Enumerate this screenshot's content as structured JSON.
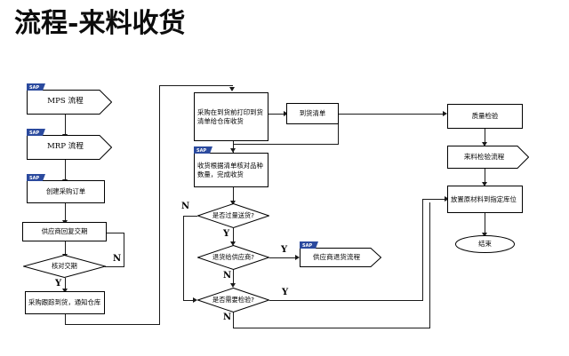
{
  "page": {
    "title": "流程-来料收货",
    "background_color": "#ffffff",
    "line_color": "#1a1a1a",
    "text_color": "#000000",
    "sap_badge_color": "#2b4a9e"
  },
  "nodes": {
    "mps_process": {
      "label": "MPS 流程",
      "shape": "pentagon"
    },
    "mrp_process": {
      "label": "MRP 流程",
      "shape": "pentagon"
    },
    "create_po": {
      "label": "创建采购订单",
      "shape": "process"
    },
    "supplier_reply": {
      "label": "供应商回复交期",
      "shape": "process"
    },
    "check_date": {
      "label": "核对交期",
      "shape": "decision"
    },
    "track_arrival": {
      "label": "采购跟踪到货，通知仓库",
      "shape": "process"
    },
    "print_list": {
      "label": "采购在到货前打印到货清单给仓库收货",
      "shape": "process"
    },
    "arrival_list": {
      "label": "到货清单",
      "shape": "document"
    },
    "receive_check": {
      "label": "收货根据清单核对品种数量，完成收货",
      "shape": "process"
    },
    "over_delivery": {
      "label": "是否过量送货?",
      "shape": "decision"
    },
    "return_supplier": {
      "label": "退货给供应商?",
      "shape": "decision"
    },
    "need_inspect": {
      "label": "是否需要检验?",
      "shape": "decision"
    },
    "supplier_return_flow": {
      "label": "供应商退货流程",
      "shape": "pentagon"
    },
    "quality_inspect": {
      "label": "质量检验",
      "shape": "process"
    },
    "incoming_inspect_flow": {
      "label": "来料检验流程",
      "shape": "pentagon"
    },
    "place_material": {
      "label": "放置原材料到指定库位",
      "shape": "process"
    },
    "end": {
      "label": "结束",
      "shape": "terminator"
    }
  },
  "edge_labels": {
    "check_date_no": "N",
    "check_date_yes": "Y",
    "over_delivery_no": "N",
    "over_delivery_yes": "Y",
    "return_supplier_yes": "Y",
    "return_supplier_no": "N",
    "need_inspect_yes": "Y",
    "need_inspect_no": "N"
  },
  "badges": {
    "sap_label": "SAP"
  }
}
